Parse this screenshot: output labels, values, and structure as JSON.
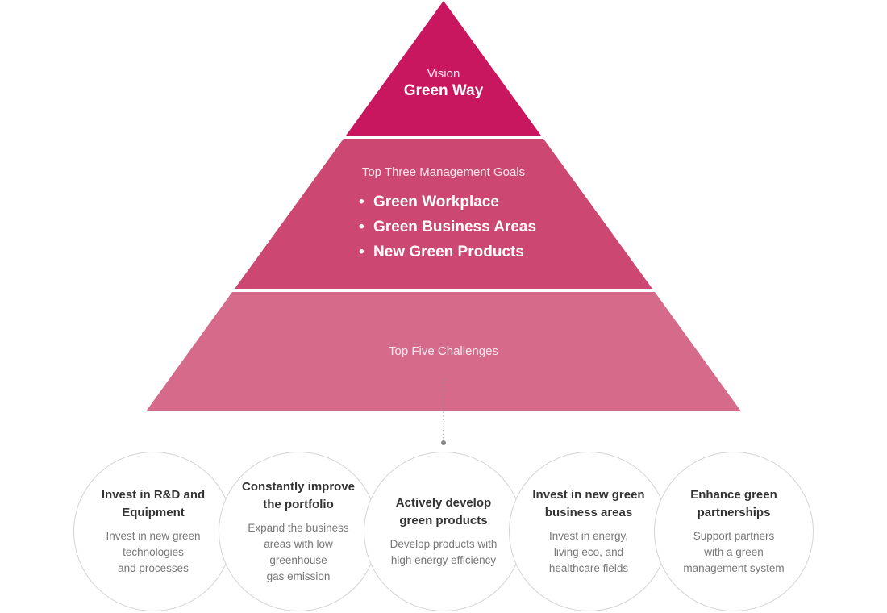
{
  "colors": {
    "vision_fill": "#c8175e",
    "goals_fill": "#cc4872",
    "challenges_fill": "#d66a8a",
    "circle_border": "#d4d4d4",
    "connector": "#888888"
  },
  "vision": {
    "caption": "Vision",
    "title": "Green Way"
  },
  "goals": {
    "caption": "Top Three Management Goals",
    "bullet": "•",
    "items": [
      "Green Workplace",
      "Green Business Areas",
      "New Green Products"
    ]
  },
  "challenges": {
    "caption": "Top Five Challenges",
    "items": [
      {
        "title_lines": [
          "Invest in R&D and",
          "Equipment"
        ],
        "desc_lines": [
          "Invest in new green",
          "technologies",
          "and processes"
        ]
      },
      {
        "title_lines": [
          "Constantly improve",
          "the portfolio"
        ],
        "desc_lines": [
          "Expand the business",
          "areas with low",
          "greenhouse",
          "gas emission"
        ]
      },
      {
        "title_lines": [
          "Actively develop",
          "green products"
        ],
        "desc_lines": [
          "Develop products with",
          "high energy efficiency"
        ]
      },
      {
        "title_lines": [
          "Invest in new green",
          "business areas"
        ],
        "desc_lines": [
          "Invest in energy,",
          "living eco, and",
          "healthcare fields"
        ]
      },
      {
        "title_lines": [
          "Enhance green",
          "partnerships"
        ],
        "desc_lines": [
          "Support partners",
          "with a green",
          "management system"
        ]
      }
    ]
  }
}
